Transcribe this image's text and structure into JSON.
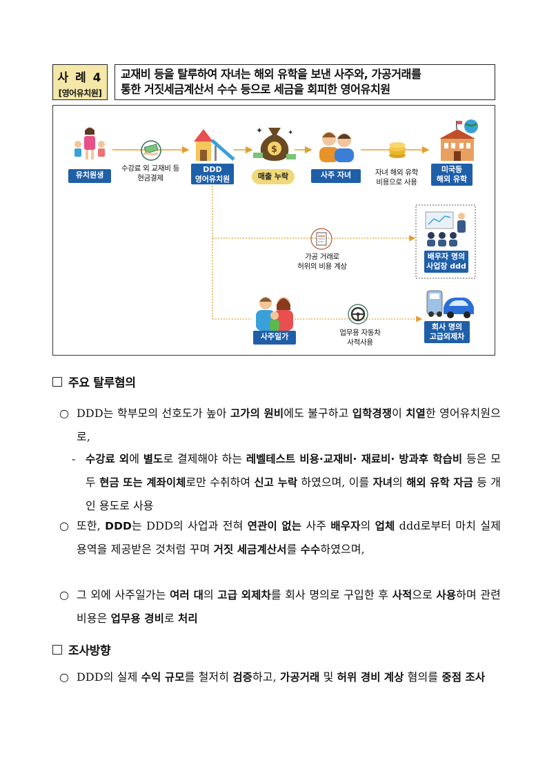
{
  "case": {
    "label_line1": "사 례 4",
    "label_line2": "[영어유치원]",
    "title_line1": "교재비 등을 탈루하여 자녀는 해외 유학을 보낸 사주와, 가공거래를",
    "title_line2": "통한 거짓세금계산서 수수 등으로 세금을 회피한 영어유치원"
  },
  "diagram": {
    "students": "유치원생",
    "payment_line1": "수강료 외 교재비 등",
    "payment_line2": "현금결제",
    "kinder_line1": "DDD",
    "kinder_line2": "영어유치원",
    "omission": "매출 누락",
    "owner_child": "사주 자녀",
    "tuition_line1": "자녀 해외 유학",
    "tuition_line2": "비용으로 사용",
    "abroad_line1": "미국등",
    "abroad_line2": "해외 유학",
    "fake_line1": "가공 거래로",
    "fake_line2": "허위의 비용 계상",
    "spouse_line1": "배우자 명의",
    "spouse_line2": "사업장 ddd",
    "family": "사주일가",
    "car_use_line1": "업무용 자동차",
    "car_use_line2": "사적사용",
    "car_line1": "회사 명의",
    "car_line2": "고급외제차",
    "colors": {
      "badge": "#1f5fa8",
      "pill": "#f0d978",
      "arrow": "#e0a030"
    }
  },
  "sections": [
    {
      "title": "주요 탈루혐의"
    },
    {
      "title": "조사방향"
    }
  ],
  "marks": {
    "circle": "○",
    "dash": "-"
  },
  "p1": {
    "t1": "DDD는 학부모의 선호도가 높아 ",
    "b1": "고가의 원비",
    "t2": "에도 불구하고 ",
    "b2": "입학경쟁",
    "t3": "이 ",
    "b3": "치열",
    "t4": "한 영어유치원으로,"
  },
  "p1s": {
    "b1": "수강료 외",
    "t1": "에 ",
    "b2": "별도",
    "t2": "로 결제해야 하는 ",
    "b3": "레벨테스트 비용·교재비· 재료비· 방과후 학습비",
    "t3": " 등은 모두 ",
    "b4": "현금 또는 계좌이체",
    "t4": "로만 수취하여 ",
    "b5": "신고 누락",
    "t5": " 하였으며, 이를 ",
    "b6": "자녀",
    "t6": "의 ",
    "b7": "해외 유학 자금",
    "t7": " 등 개인 용도로 사용"
  },
  "p2": {
    "t1": "또한, ",
    "b1": "DDD",
    "t2": "는 DDD의 사업과 전혀 ",
    "b2": "연관이 없는",
    "t3": " 사주 ",
    "b3": "배우자",
    "t4": "의 ",
    "b4": "업체",
    "t5": " ddd로부터 마치 실제 용역을 제공받은 것처럼 꾸며 ",
    "b5": "거짓 세금계산서",
    "t6": "를 ",
    "b6": "수수",
    "t7": "하였으며,"
  },
  "p3": {
    "t1": "그 외에 사주일가는 ",
    "b1": "여러 대",
    "t2": "의 ",
    "b2": "고급 외제차",
    "t3": "를 회사 명의로 구입한 후 ",
    "b3": "사적",
    "t4": "으로 ",
    "b4": "사용",
    "t5": "하며 관련 비용은 ",
    "b5": "업무용 경비",
    "t6": "로 ",
    "b6": "처리"
  },
  "p4": {
    "t1": "DDD의 실제 ",
    "b1": "수익 규모",
    "t2": "를 철저히 ",
    "b2": "검증",
    "t3": "하고, ",
    "b3": "가공거래",
    "t4": " 및 ",
    "b4": "허위 경비",
    "t5": " ",
    "b5": "계상",
    "t6": " 혐의를 ",
    "b6": "중점 조사"
  }
}
